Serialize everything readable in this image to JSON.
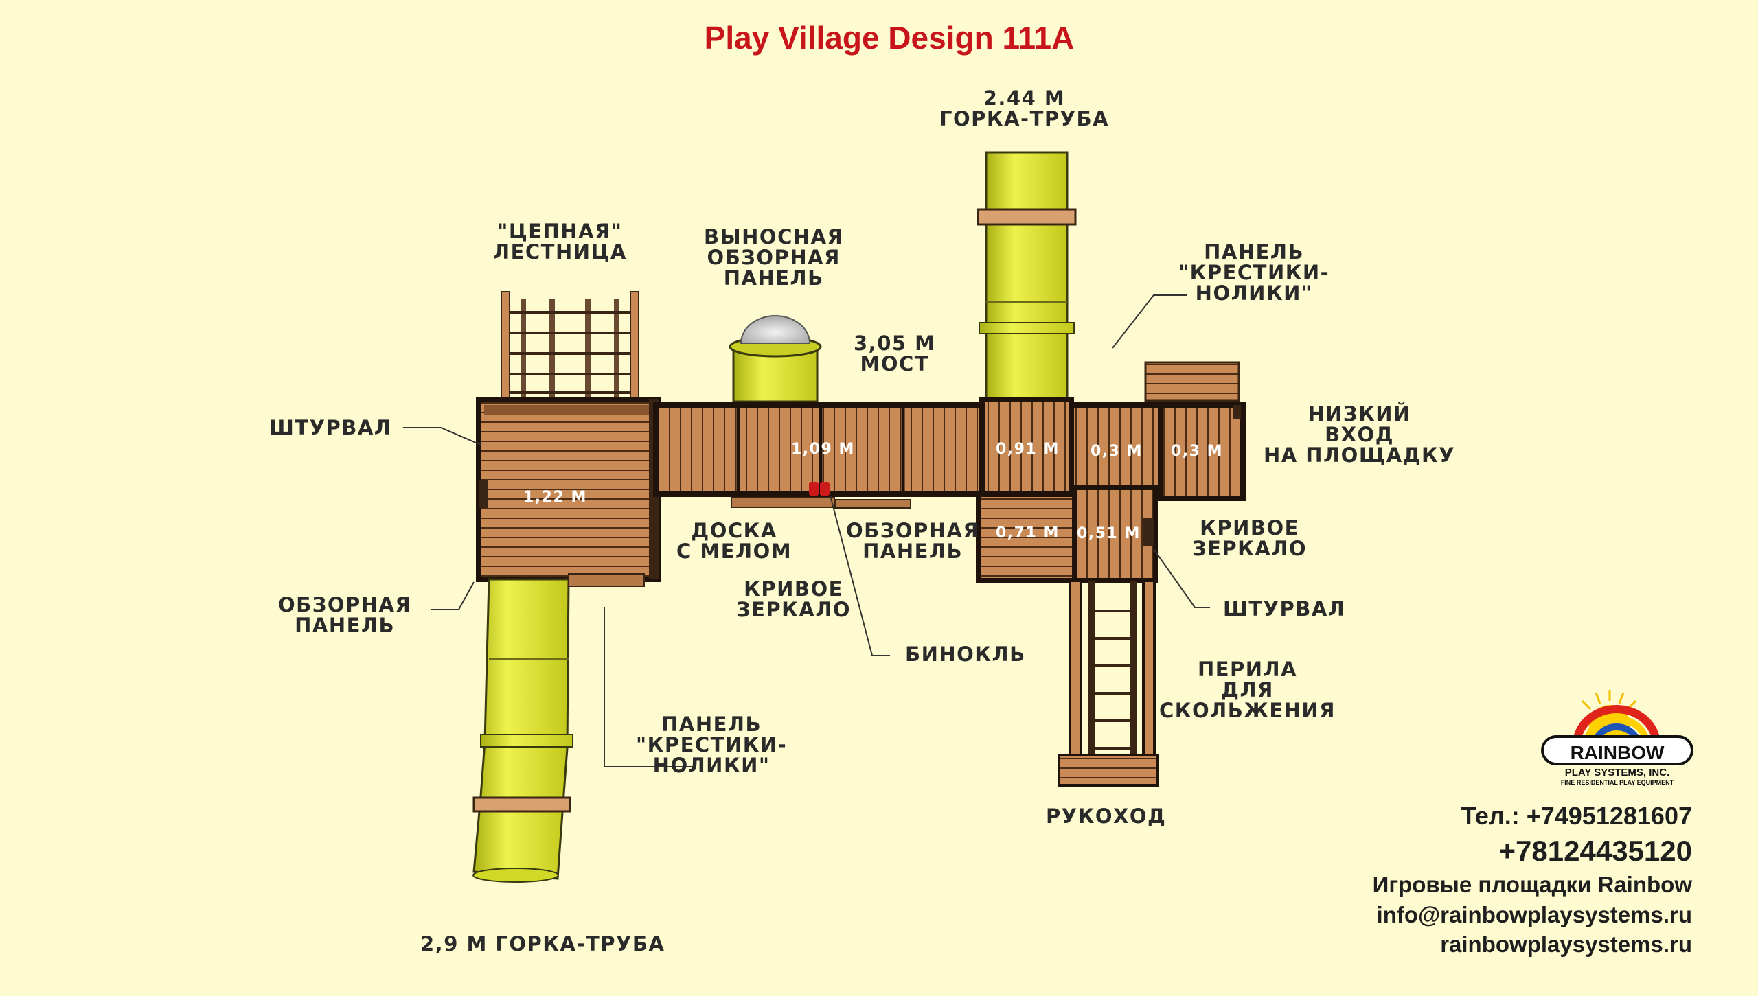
{
  "title": "Play Village Design 111A",
  "labels": {
    "chain_ladder": [
      "\"ЦЕПНАЯ\"",
      "ЛЕСТНИЦА"
    ],
    "scope_panel_top": [
      "ВЫНОСНАЯ",
      "ОБЗОРНАЯ",
      "ПАНЕЛЬ"
    ],
    "slide_top": [
      "2.44 М",
      "ГОРКА-ТРУБА"
    ],
    "bridge": [
      "3,05 М",
      "МОСТ"
    ],
    "ttt_panel_top": [
      "ПАНЕЛЬ",
      "\"КРЕСТИКИ-",
      "НОЛИКИ\""
    ],
    "low_entry": [
      "НИЗКИЙ",
      "ВХОД",
      "НА ПЛОЩАДКУ"
    ],
    "wheel_left": "ШТУРВАЛ",
    "view_panel_left": [
      "ОБЗОРНАЯ",
      "ПАНЕЛЬ"
    ],
    "chalkboard": [
      "ДОСКА",
      "С МЕЛОМ"
    ],
    "view_panel_mid": [
      "ОБЗОРНАЯ",
      "ПАНЕЛЬ"
    ],
    "mirror_mid": [
      "КРИВОЕ",
      "ЗЕРКАЛО"
    ],
    "binoculars": "БИНОКЛЬ",
    "mirror_right": [
      "КРИВОЕ",
      "ЗЕРКАЛО"
    ],
    "wheel_right": "ШТУРВАЛ",
    "rails": [
      "ПЕРИЛА",
      "ДЛЯ",
      "СКОЛЬЖЕНИЯ"
    ],
    "ttt_panel_bottom": [
      "ПАНЕЛЬ",
      "\"КРЕСТИКИ-",
      "НОЛИКИ\""
    ],
    "monkey_bars": "РУКОХОД",
    "slide_bottom": "2,9 М ГОРКА-ТРУБА"
  },
  "deck_heights": {
    "tower_left": "1,22 М",
    "bridge_deck": "1,09 М",
    "slide_deck": "0,91 М",
    "deck_a": "0,3 М",
    "deck_b": "0,3 М",
    "deck_c": "0,71 М",
    "deck_d": "0,51 М"
  },
  "logo": {
    "brand": "RAINBOW",
    "company": "PLAY SYSTEMS, INC.",
    "tagline": "FINE RESIDENTIAL PLAY EQUIPMENT"
  },
  "contacts": {
    "phone1": "Тел.: +74951281607",
    "phone2": "+78124435120",
    "company": "Игровые площадки Rainbow",
    "email": "info@rainbowplaysystems.ru",
    "site": "rainbowplaysystems.ru"
  },
  "colors": {
    "background": "#fdfbcf",
    "title": "#c8141b",
    "wood": "#c98a55",
    "wood_dark": "#3a2414",
    "slide": "#dfe830",
    "binoculars": "#cc1a1a"
  }
}
